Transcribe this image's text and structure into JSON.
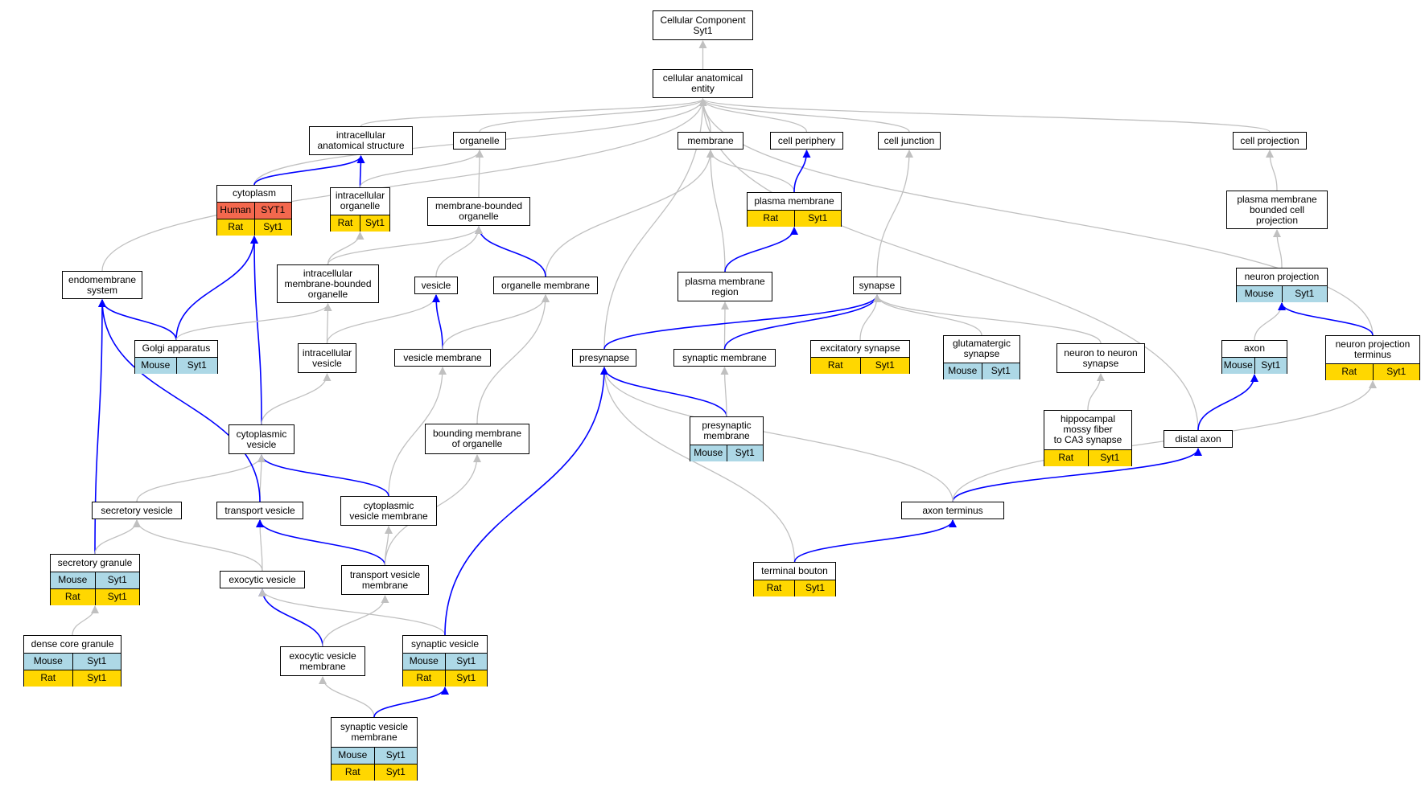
{
  "colors": {
    "Human": "#f4684e",
    "Mouse": "#add8e6",
    "Rat": "#ffd700",
    "is_a_edge": "#c0c0c0",
    "part_of_edge": "#0000ff"
  },
  "nodes": [
    {
      "id": "root",
      "title": "Cellular Component\nSyt1",
      "annotations": []
    },
    {
      "id": "cae",
      "title": "cellular anatomical\nentity",
      "annotations": []
    },
    {
      "id": "ias",
      "title": "intracellular\nanatomical structure",
      "annotations": []
    },
    {
      "id": "organelle",
      "title": "organelle",
      "annotations": []
    },
    {
      "id": "membrane",
      "title": "membrane",
      "annotations": []
    },
    {
      "id": "cellper",
      "title": "cell periphery",
      "annotations": []
    },
    {
      "id": "celljunc",
      "title": "cell junction",
      "annotations": []
    },
    {
      "id": "cellproj",
      "title": "cell projection",
      "annotations": []
    },
    {
      "id": "cytoplasm",
      "title": "cytoplasm",
      "annotations": [
        {
          "species": "Human",
          "gene": "SYT1"
        },
        {
          "species": "Rat",
          "gene": "Syt1"
        }
      ]
    },
    {
      "id": "intorg",
      "title": "intracellular\norganelle",
      "annotations": [
        {
          "species": "Rat",
          "gene": "Syt1"
        }
      ]
    },
    {
      "id": "mbo",
      "title": "membrane-bounded\norganelle",
      "annotations": []
    },
    {
      "id": "plasmamem",
      "title": "plasma membrane",
      "annotations": [
        {
          "species": "Rat",
          "gene": "Syt1"
        }
      ]
    },
    {
      "id": "pmbcp",
      "title": "plasma membrane\nbounded cell\nprojection",
      "annotations": []
    },
    {
      "id": "endomem",
      "title": "endomembrane\nsystem",
      "annotations": []
    },
    {
      "id": "imbo",
      "title": "intracellular\nmembrane-bounded\norganelle",
      "annotations": []
    },
    {
      "id": "vesicle",
      "title": "vesicle",
      "annotations": []
    },
    {
      "id": "orgmem",
      "title": "organelle membrane",
      "annotations": []
    },
    {
      "id": "pmregion",
      "title": "plasma membrane\nregion",
      "annotations": []
    },
    {
      "id": "synapse",
      "title": "synapse",
      "annotations": []
    },
    {
      "id": "neuronproj",
      "title": "neuron projection",
      "annotations": [
        {
          "species": "Mouse",
          "gene": "Syt1"
        }
      ]
    },
    {
      "id": "golgi",
      "title": "Golgi apparatus",
      "annotations": [
        {
          "species": "Mouse",
          "gene": "Syt1"
        }
      ]
    },
    {
      "id": "intves",
      "title": "intracellular\nvesicle",
      "annotations": []
    },
    {
      "id": "vesmem",
      "title": "vesicle membrane",
      "annotations": []
    },
    {
      "id": "presynapse",
      "title": "presynapse",
      "annotations": []
    },
    {
      "id": "synmem",
      "title": "synaptic membrane",
      "annotations": []
    },
    {
      "id": "excsyn",
      "title": "excitatory synapse",
      "annotations": [
        {
          "species": "Rat",
          "gene": "Syt1"
        }
      ]
    },
    {
      "id": "glusyn",
      "title": "glutamatergic\nsynapse",
      "annotations": [
        {
          "species": "Mouse",
          "gene": "Syt1"
        }
      ]
    },
    {
      "id": "n2nsyn",
      "title": "neuron to neuron\nsynapse",
      "annotations": []
    },
    {
      "id": "axon",
      "title": "axon",
      "annotations": [
        {
          "species": "Mouse",
          "gene": "Syt1"
        }
      ]
    },
    {
      "id": "npterm",
      "title": "neuron projection\nterminus",
      "annotations": [
        {
          "species": "Rat",
          "gene": "Syt1"
        }
      ]
    },
    {
      "id": "cytves",
      "title": "cytoplasmic\nvesicle",
      "annotations": []
    },
    {
      "id": "bmo",
      "title": "bounding membrane\nof organelle",
      "annotations": []
    },
    {
      "id": "presynmem",
      "title": "presynaptic\nmembrane",
      "annotations": [
        {
          "species": "Mouse",
          "gene": "Syt1"
        }
      ]
    },
    {
      "id": "hippo",
      "title": "hippocampal\nmossy fiber\nto CA3 synapse",
      "annotations": [
        {
          "species": "Rat",
          "gene": "Syt1"
        }
      ]
    },
    {
      "id": "distaxon",
      "title": "distal axon",
      "annotations": []
    },
    {
      "id": "secves",
      "title": "secretory vesicle",
      "annotations": []
    },
    {
      "id": "transves",
      "title": "transport vesicle",
      "annotations": []
    },
    {
      "id": "cytvesmem",
      "title": "cytoplasmic\nvesicle membrane",
      "annotations": []
    },
    {
      "id": "axonterm",
      "title": "axon terminus",
      "annotations": []
    },
    {
      "id": "secgran",
      "title": "secretory granule",
      "annotations": [
        {
          "species": "Mouse",
          "gene": "Syt1"
        },
        {
          "species": "Rat",
          "gene": "Syt1"
        }
      ]
    },
    {
      "id": "exoves",
      "title": "exocytic vesicle",
      "annotations": []
    },
    {
      "id": "transvesmem",
      "title": "transport vesicle\nmembrane",
      "annotations": []
    },
    {
      "id": "termbouton",
      "title": "terminal bouton",
      "annotations": [
        {
          "species": "Rat",
          "gene": "Syt1"
        }
      ]
    },
    {
      "id": "dcg",
      "title": "dense core granule",
      "annotations": [
        {
          "species": "Mouse",
          "gene": "Syt1"
        },
        {
          "species": "Rat",
          "gene": "Syt1"
        }
      ]
    },
    {
      "id": "exovesmem",
      "title": "exocytic vesicle\nmembrane",
      "annotations": []
    },
    {
      "id": "synves",
      "title": "synaptic vesicle",
      "annotations": [
        {
          "species": "Mouse",
          "gene": "Syt1"
        },
        {
          "species": "Rat",
          "gene": "Syt1"
        }
      ]
    },
    {
      "id": "synvesmem",
      "title": "synaptic vesicle\nmembrane",
      "annotations": [
        {
          "species": "Mouse",
          "gene": "Syt1"
        },
        {
          "species": "Rat",
          "gene": "Syt1"
        }
      ]
    }
  ],
  "edges": [
    {
      "from": "cae",
      "to": "root",
      "rel": "is_a"
    },
    {
      "from": "ias",
      "to": "cae",
      "rel": "is_a"
    },
    {
      "from": "organelle",
      "to": "cae",
      "rel": "is_a"
    },
    {
      "from": "membrane",
      "to": "cae",
      "rel": "is_a"
    },
    {
      "from": "cellper",
      "to": "cae",
      "rel": "is_a"
    },
    {
      "from": "celljunc",
      "to": "cae",
      "rel": "is_a"
    },
    {
      "from": "cellproj",
      "to": "cae",
      "rel": "is_a"
    },
    {
      "from": "cytoplasm",
      "to": "cae",
      "rel": "is_a"
    },
    {
      "from": "endomem",
      "to": "cae",
      "rel": "is_a"
    },
    {
      "from": "presynapse",
      "to": "cae",
      "rel": "is_a"
    },
    {
      "from": "distaxon",
      "to": "cae",
      "rel": "is_a"
    },
    {
      "from": "npterm",
      "to": "cae",
      "rel": "is_a"
    },
    {
      "from": "cytoplasm",
      "to": "ias",
      "rel": "part_of"
    },
    {
      "from": "intorg",
      "to": "ias",
      "rel": "part_of"
    },
    {
      "from": "intorg",
      "to": "organelle",
      "rel": "is_a"
    },
    {
      "from": "mbo",
      "to": "organelle",
      "rel": "is_a"
    },
    {
      "from": "plasmamem",
      "to": "membrane",
      "rel": "is_a"
    },
    {
      "from": "plasmamem",
      "to": "cellper",
      "rel": "part_of"
    },
    {
      "from": "pmregion",
      "to": "membrane",
      "rel": "is_a"
    },
    {
      "from": "pmregion",
      "to": "plasmamem",
      "rel": "part_of"
    },
    {
      "from": "orgmem",
      "to": "membrane",
      "rel": "is_a"
    },
    {
      "from": "orgmem",
      "to": "mbo",
      "rel": "part_of"
    },
    {
      "from": "synapse",
      "to": "celljunc",
      "rel": "is_a"
    },
    {
      "from": "pmbcp",
      "to": "cellproj",
      "rel": "is_a"
    },
    {
      "from": "neuronproj",
      "to": "pmbcp",
      "rel": "is_a"
    },
    {
      "from": "axon",
      "to": "neuronproj",
      "rel": "is_a"
    },
    {
      "from": "npterm",
      "to": "neuronproj",
      "rel": "part_of"
    },
    {
      "from": "golgi",
      "to": "cytoplasm",
      "rel": "part_of"
    },
    {
      "from": "cytves",
      "to": "cytoplasm",
      "rel": "part_of"
    },
    {
      "from": "imbo",
      "to": "intorg",
      "rel": "is_a"
    },
    {
      "from": "imbo",
      "to": "mbo",
      "rel": "is_a"
    },
    {
      "from": "vesicle",
      "to": "mbo",
      "rel": "is_a"
    },
    {
      "from": "golgi",
      "to": "endomem",
      "rel": "part_of"
    },
    {
      "from": "golgi",
      "to": "imbo",
      "rel": "is_a"
    },
    {
      "from": "intves",
      "to": "imbo",
      "rel": "is_a"
    },
    {
      "from": "intves",
      "to": "vesicle",
      "rel": "is_a"
    },
    {
      "from": "vesmem",
      "to": "vesicle",
      "rel": "part_of"
    },
    {
      "from": "vesmem",
      "to": "orgmem",
      "rel": "is_a"
    },
    {
      "from": "bmo",
      "to": "orgmem",
      "rel": "is_a"
    },
    {
      "from": "synmem",
      "to": "pmregion",
      "rel": "is_a"
    },
    {
      "from": "presynapse",
      "to": "synapse",
      "rel": "part_of"
    },
    {
      "from": "synmem",
      "to": "synapse",
      "rel": "part_of"
    },
    {
      "from": "excsyn",
      "to": "synapse",
      "rel": "is_a"
    },
    {
      "from": "glusyn",
      "to": "synapse",
      "rel": "is_a"
    },
    {
      "from": "n2nsyn",
      "to": "synapse",
      "rel": "is_a"
    },
    {
      "from": "hippo",
      "to": "n2nsyn",
      "rel": "is_a"
    },
    {
      "from": "presynmem",
      "to": "presynapse",
      "rel": "part_of"
    },
    {
      "from": "presynmem",
      "to": "synmem",
      "rel": "is_a"
    },
    {
      "from": "distaxon",
      "to": "axon",
      "rel": "part_of"
    },
    {
      "from": "axonterm",
      "to": "distaxon",
      "rel": "part_of"
    },
    {
      "from": "axonterm",
      "to": "npterm",
      "rel": "is_a"
    },
    {
      "from": "axonterm",
      "to": "presynapse",
      "rel": "is_a"
    },
    {
      "from": "termbouton",
      "to": "presynapse",
      "rel": "is_a"
    },
    {
      "from": "termbouton",
      "to": "axonterm",
      "rel": "part_of"
    },
    {
      "from": "cytves",
      "to": "intves",
      "rel": "is_a"
    },
    {
      "from": "cytvesmem",
      "to": "vesmem",
      "rel": "is_a"
    },
    {
      "from": "cytvesmem",
      "to": "cytves",
      "rel": "part_of"
    },
    {
      "from": "secves",
      "to": "cytves",
      "rel": "is_a"
    },
    {
      "from": "transves",
      "to": "cytves",
      "rel": "is_a"
    },
    {
      "from": "transves",
      "to": "endomem",
      "rel": "part_of"
    },
    {
      "from": "secgran",
      "to": "endomem",
      "rel": "part_of"
    },
    {
      "from": "secgran",
      "to": "secves",
      "rel": "is_a"
    },
    {
      "from": "exoves",
      "to": "secves",
      "rel": "is_a"
    },
    {
      "from": "exoves",
      "to": "transves",
      "rel": "is_a"
    },
    {
      "from": "transvesmem",
      "to": "transves",
      "rel": "part_of"
    },
    {
      "from": "transvesmem",
      "to": "cytvesmem",
      "rel": "is_a"
    },
    {
      "from": "transvesmem",
      "to": "bmo",
      "rel": "is_a"
    },
    {
      "from": "dcg",
      "to": "secgran",
      "rel": "is_a"
    },
    {
      "from": "exovesmem",
      "to": "exoves",
      "rel": "part_of"
    },
    {
      "from": "exovesmem",
      "to": "transvesmem",
      "rel": "is_a"
    },
    {
      "from": "synves",
      "to": "exoves",
      "rel": "is_a"
    },
    {
      "from": "synves",
      "to": "presynapse",
      "rel": "part_of"
    },
    {
      "from": "synvesmem",
      "to": "exovesmem",
      "rel": "is_a"
    },
    {
      "from": "synvesmem",
      "to": "synves",
      "rel": "part_of"
    }
  ]
}
